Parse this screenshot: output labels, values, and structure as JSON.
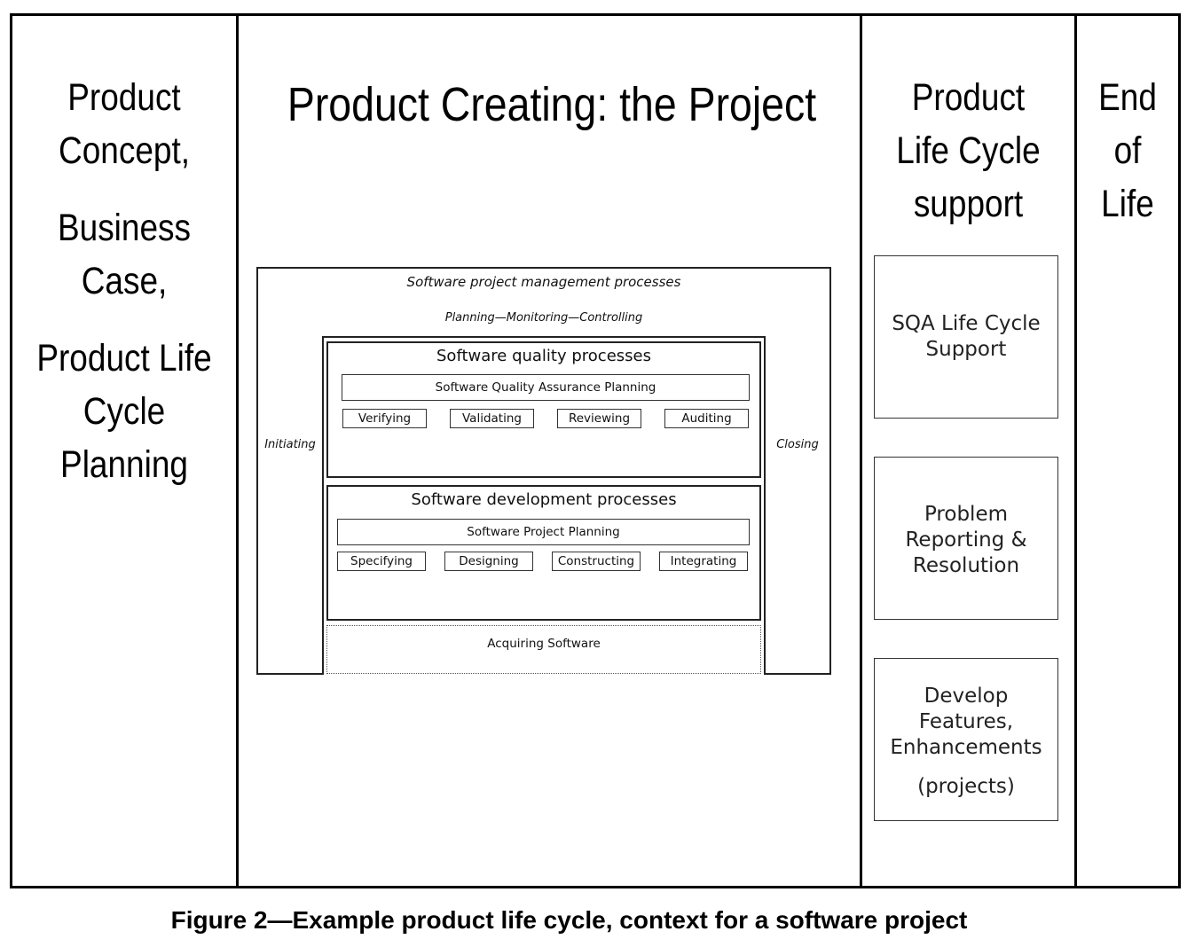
{
  "columns": {
    "concept": {
      "line1": "Product",
      "line2": "Concept,",
      "line3": "Business",
      "line4": "Case,",
      "line5": "Product Life",
      "line6": "Cycle",
      "line7": "Planning"
    },
    "project": {
      "title": "Product Creating: the Project"
    },
    "support": {
      "line1": "Product",
      "line2": "Life Cycle",
      "line3": "support",
      "boxes": [
        {
          "lines": [
            "SQA Life Cycle",
            "Support"
          ]
        },
        {
          "lines": [
            "Problem",
            "Reporting &",
            "Resolution"
          ]
        },
        {
          "lines": [
            "Develop",
            "Features,",
            "Enhancements"
          ],
          "extra": "(projects)"
        }
      ]
    },
    "end": {
      "line1": "End",
      "line2": "of",
      "line3": "Life"
    }
  },
  "inner_diagram": {
    "management_title": "Software project management processes",
    "management_subtitle": "Planning—Monitoring—Controlling",
    "initiating": "Initiating",
    "closing": "Closing",
    "quality": {
      "title": "Software quality processes",
      "planning": "Software Quality Assurance Planning",
      "items": [
        "Verifying",
        "Validating",
        "Reviewing",
        "Auditing"
      ]
    },
    "development": {
      "title": "Software development processes",
      "planning": "Software Project Planning",
      "items": [
        "Specifying",
        "Designing",
        "Constructing",
        "Integrating"
      ]
    },
    "acquiring": "Acquiring Software"
  },
  "caption": "Figure 2—Example product life cycle, context for a software project"
}
